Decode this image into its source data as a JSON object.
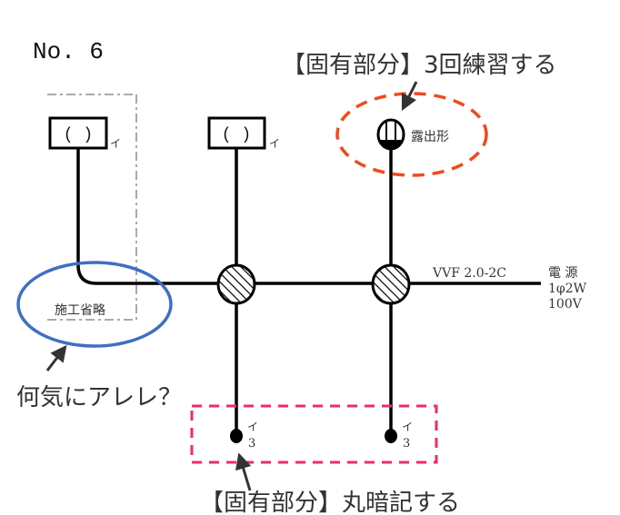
{
  "diagram": {
    "number_label": "No. 6",
    "lamp_label": "露出形",
    "outlet_symbol": "( )",
    "outlet_mark_1": "イ",
    "outlet_mark_2": "イ",
    "omitted_label": "施工省略",
    "cable_label": "VVF 2.0-2C",
    "power_label_1": "電 源",
    "power_label_2": "1φ2W",
    "power_label_3": "100V",
    "switch_1_mark": "イ",
    "switch_1_number": "3",
    "switch_2_mark": "イ",
    "switch_2_number": "3"
  },
  "annotations": {
    "top": "【固有部分】3回練習する",
    "left": "何気にアレレ？",
    "bottom": "【固有部分】丸暗記する"
  },
  "colors": {
    "red_highlight": "#f04a1c",
    "blue_highlight": "#3f6fc4",
    "pink_highlight": "#ee2a6e"
  }
}
